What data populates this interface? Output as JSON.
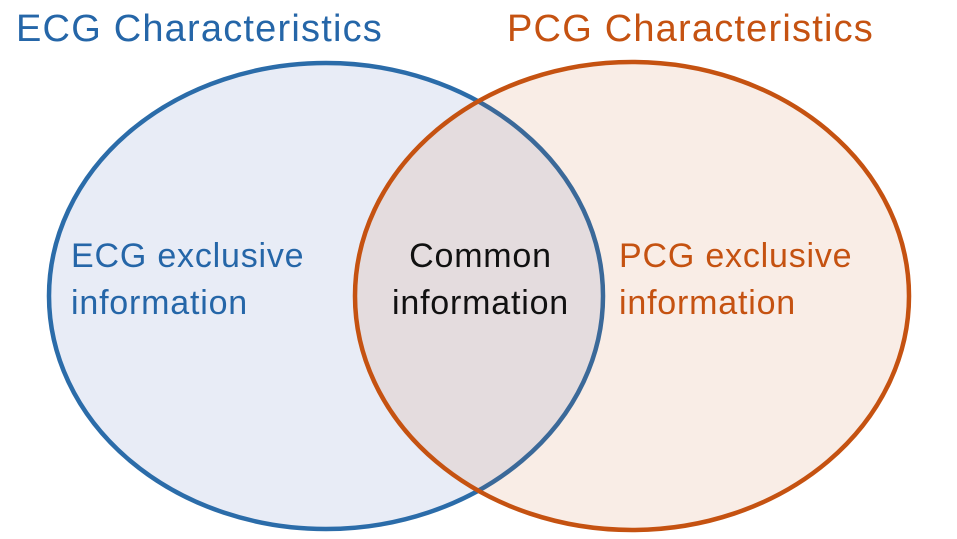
{
  "page": {
    "background_color": "#FFFFFF"
  },
  "diagram": {
    "type": "venn",
    "left_set": {
      "title": "ECG Characteristics",
      "label_line1": "ECG exclusive",
      "label_line2": "information",
      "title_color": "#2566A8",
      "stroke_color": "#2B6CA9",
      "fill_color": "#E8ECF6",
      "label_color": "#2566A8"
    },
    "right_set": {
      "title": "PCG Characteristics",
      "label_line1": "PCG exclusive",
      "label_line2": "information",
      "title_color": "#C55211",
      "stroke_color": "#C55211",
      "fill_color": "#C55211",
      "fill_opacity": "0.105",
      "fill_rendered_color": "#F9ECE6",
      "label_color": "#C55211"
    },
    "overlap": {
      "label_line1": "Common",
      "label_line2": "information",
      "label_color": "#111111",
      "rendered_color": "#E0DDDB"
    }
  }
}
